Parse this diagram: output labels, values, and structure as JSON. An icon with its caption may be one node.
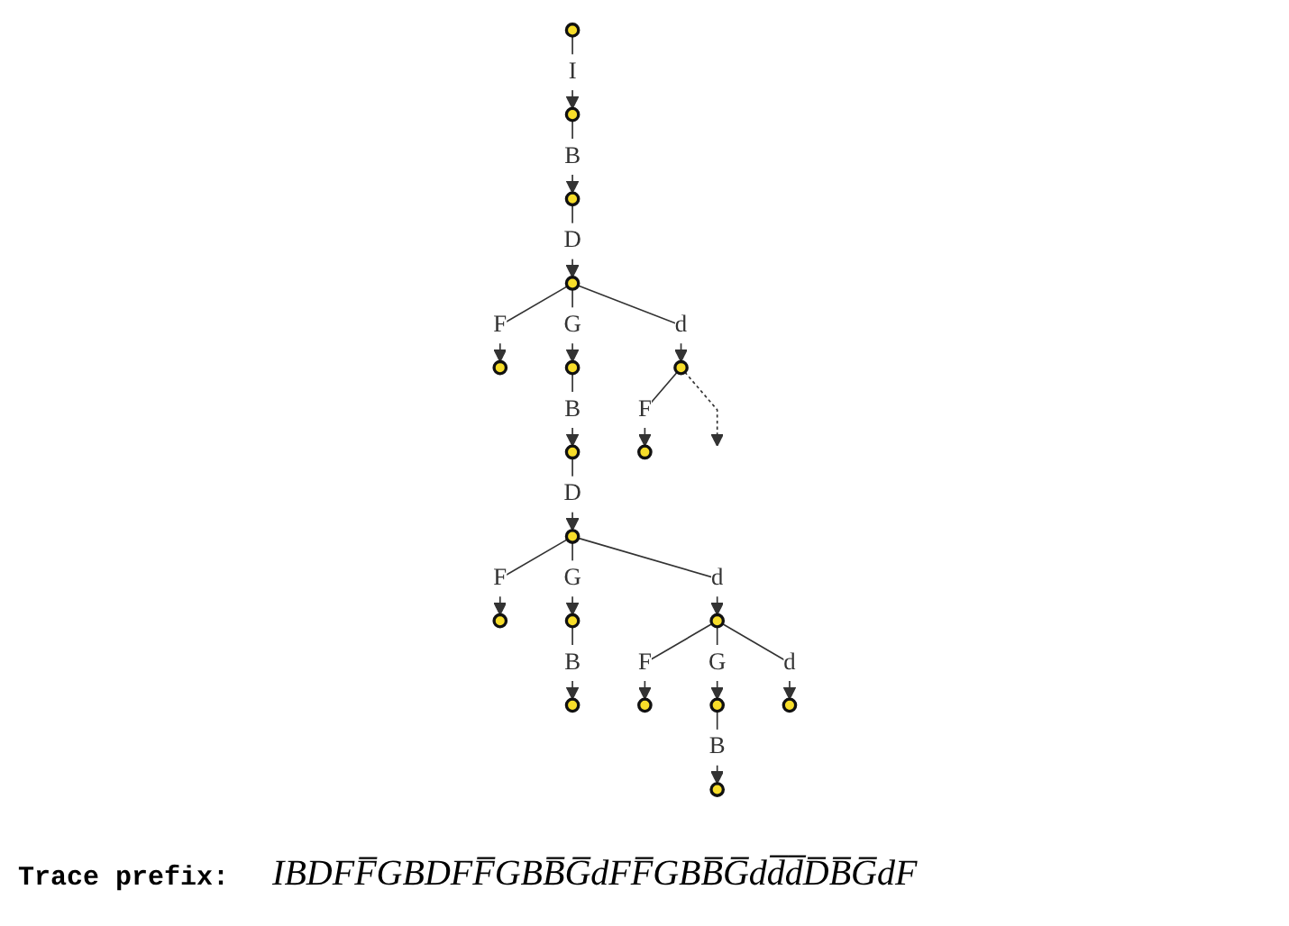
{
  "diagram": {
    "nodes": [
      {
        "text": [],
        "shape": "circle"
      },
      {
        "text": [],
        "shape": "circle"
      },
      {
        "text": [],
        "shape": "circle"
      },
      {
        "text": [],
        "shape": "circle"
      },
      {
        "text": [],
        "shape": "circle"
      },
      {
        "text": [],
        "shape": "circle"
      },
      {
        "text": [],
        "shape": "circle"
      },
      {
        "text": [],
        "shape": "circle"
      },
      {
        "text": [],
        "shape": "circle"
      },
      {
        "text": [],
        "shape": "circle"
      },
      {
        "text": [],
        "shape": "circle"
      },
      {
        "text": [],
        "shape": "circle"
      },
      {
        "text": [],
        "shape": "circle"
      },
      {
        "text": [],
        "shape": "circle"
      },
      {
        "text": [],
        "shape": "circle"
      },
      {
        "text": [],
        "shape": "circle"
      },
      {
        "text": [],
        "shape": "circle"
      },
      {
        "text": [],
        "shape": "circle"
      }
    ],
    "edges": [
      {
        "from": 0,
        "to": 1,
        "arrow": "to",
        "label": "I"
      },
      {
        "from": 1,
        "to": 2,
        "arrow": "to",
        "label": "B"
      },
      {
        "from": 2,
        "to": 3,
        "arrow": "to",
        "label": "D"
      },
      {
        "from": 3,
        "to": 4,
        "arrow": "to",
        "label": "F"
      },
      {
        "from": 3,
        "to": 5,
        "arrow": "to",
        "label": "G"
      },
      {
        "from": 3,
        "to": 6,
        "arrow": "to",
        "label": "d"
      },
      {
        "from": 6,
        "to": 7,
        "arrow": "to",
        "label": "F"
      },
      {
        "from": 6,
        "to": null,
        "arrow": "to",
        "style": "dashed"
      },
      {
        "from": 5,
        "to": 8,
        "arrow": "to",
        "label": "B"
      },
      {
        "from": 8,
        "to": 9,
        "arrow": "to",
        "label": "D"
      },
      {
        "from": 9,
        "to": 10,
        "arrow": "to",
        "label": "F"
      },
      {
        "from": 9,
        "to": 11,
        "arrow": "to",
        "label": "G"
      },
      {
        "from": 9,
        "to": 12,
        "arrow": "to",
        "label": "d"
      },
      {
        "from": 11,
        "to": 13,
        "arrow": "to",
        "label": "B"
      },
      {
        "from": 12,
        "to": 14,
        "arrow": "to",
        "label": "F"
      },
      {
        "from": 12,
        "to": 15,
        "arrow": "to",
        "label": "G"
      },
      {
        "from": 12,
        "to": 16,
        "arrow": "to",
        "label": "d"
      },
      {
        "from": 15,
        "to": 17,
        "arrow": "to",
        "label": "B"
      }
    ],
    "labels": [
      "Trace prefix:",
      "IBDFF̅GBDFF̅GBB̅G̅dFF̅GBB̅G̅dd̅d̅D̅B̅G̅dF"
    ]
  }
}
